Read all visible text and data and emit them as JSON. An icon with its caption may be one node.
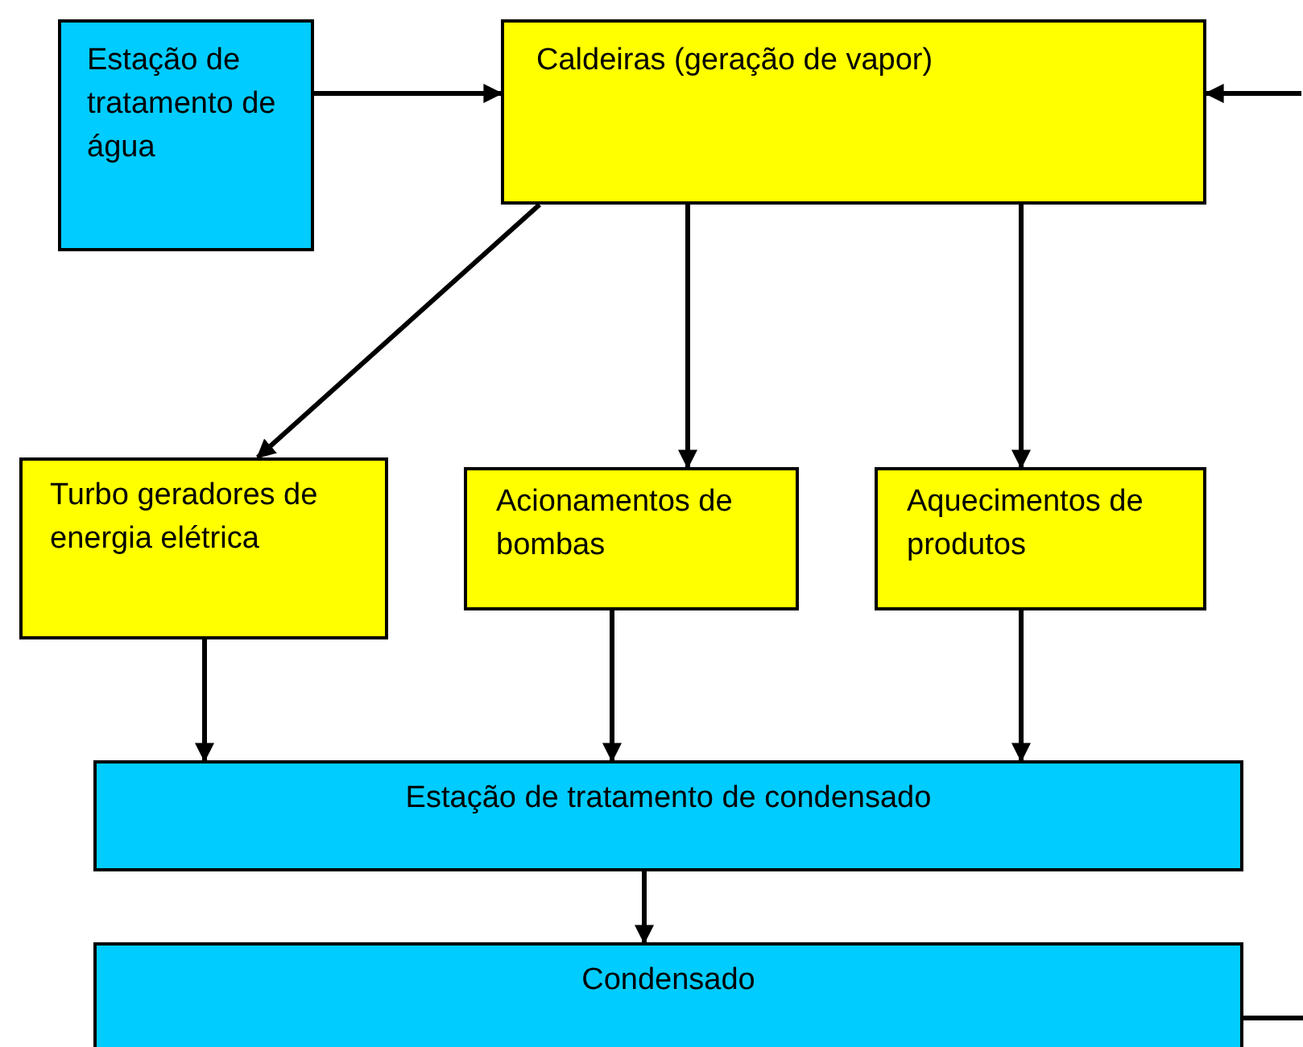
{
  "diagram": {
    "nodes": [
      {
        "text": [
          "Estação de tratamento de água"
        ]
      },
      {
        "text": [
          "Caldeiras (geração de vapor)"
        ]
      },
      {
        "text": [
          "Turbo geradores de energia elétrica"
        ]
      },
      {
        "text": [
          "Acionamentos de bombas"
        ]
      },
      {
        "text": [
          "Aquecimentos de produtos"
        ]
      },
      {
        "text": [
          "Estação de tratamento de condensado"
        ]
      },
      {
        "text": [
          "Condensado"
        ]
      }
    ],
    "edges": [
      {
        "from": 0,
        "to": 1,
        "arrow": "to"
      },
      {
        "from": null,
        "to": 1,
        "arrow": "to"
      },
      {
        "from": 1,
        "to": 2,
        "arrow": "to"
      },
      {
        "from": 1,
        "to": 3,
        "arrow": "to"
      },
      {
        "from": 1,
        "to": 4,
        "arrow": "to"
      },
      {
        "from": 2,
        "to": 5,
        "arrow": "to"
      },
      {
        "from": 3,
        "to": 5,
        "arrow": "to"
      },
      {
        "from": 4,
        "to": 5,
        "arrow": "to"
      },
      {
        "from": 5,
        "to": 6,
        "arrow": "to"
      },
      {
        "from": 6,
        "to": null,
        "arrow": "none"
      }
    ]
  }
}
